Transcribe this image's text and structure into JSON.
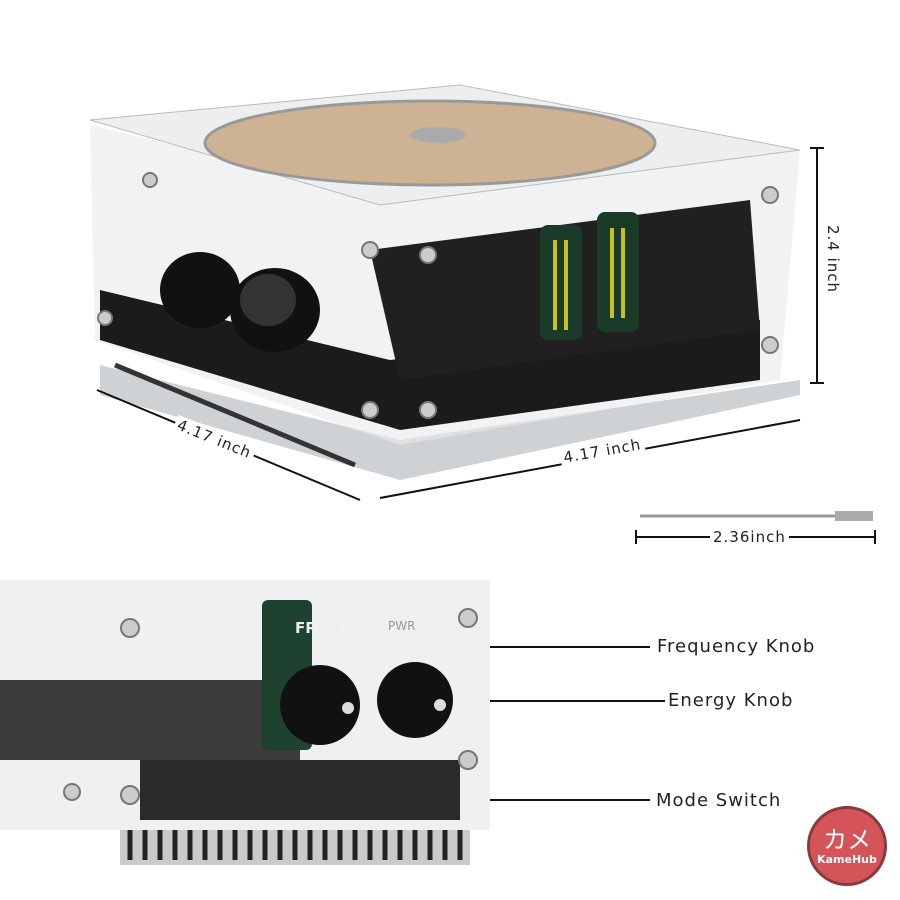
{
  "dimensions": {
    "height": "2.4 inch",
    "depth": "4.17 inch",
    "width": "4.17 inch",
    "probe_length": "2.36inch"
  },
  "callouts": {
    "frequency_knob": "Frequency Knob",
    "energy_knob": "Energy Knob",
    "mode_switch": "Mode Switch"
  },
  "panel_labels": {
    "freq": "FREQ",
    "pwr": "PWR"
  },
  "logo": {
    "japanese": "カメ",
    "brand": "KameHub"
  }
}
